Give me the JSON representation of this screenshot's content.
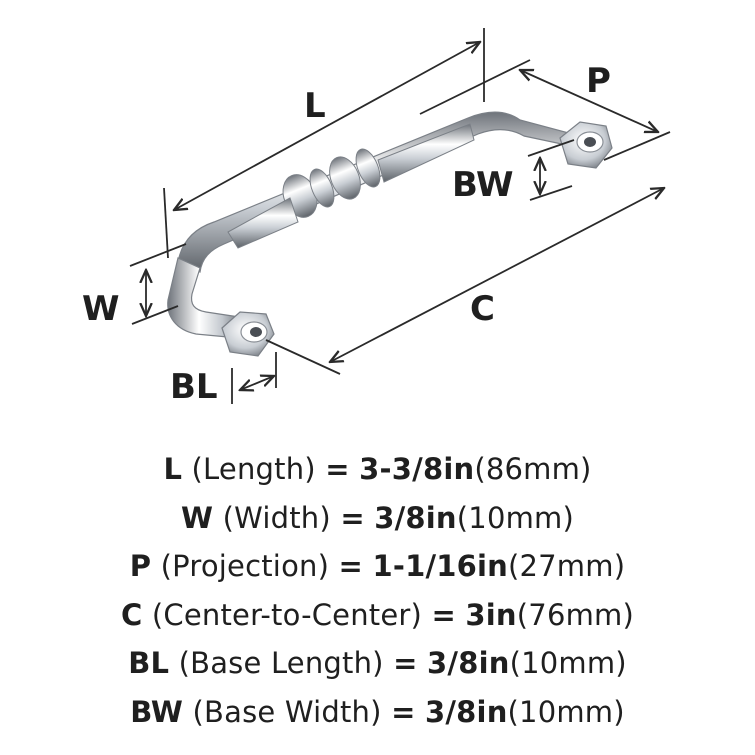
{
  "diagram": {
    "labels": {
      "L": "L",
      "P": "P",
      "BW": "BW",
      "W": "W",
      "C": "C",
      "BL": "BL"
    }
  },
  "specs": [
    {
      "code": "L",
      "name": "(Length)",
      "eq": "=",
      "value": "3-3/8in",
      "metric": "(86mm)"
    },
    {
      "code": "W",
      "name": "(Width)",
      "eq": "=",
      "value": "3/8in",
      "metric": "(10mm)"
    },
    {
      "code": "P",
      "name": "(Projection)",
      "eq": "=",
      "value": "1-1/16in",
      "metric": "(27mm)"
    },
    {
      "code": "C",
      "name": "(Center-to-Center)",
      "eq": "=",
      "value": "3in",
      "metric": "(76mm)"
    },
    {
      "code": "BL",
      "name": "(Base Length)",
      "eq": "=",
      "value": "3/8in",
      "metric": "(10mm)"
    },
    {
      "code": "BW",
      "name": "(Base Width)",
      "eq": "=",
      "value": "3/8in",
      "metric": "(10mm)"
    }
  ],
  "colors": {
    "text": "#1f1f1f",
    "line": "#2a2a2a",
    "chrome_dark": "#8a8f96",
    "chrome_light": "#f4f6f8"
  }
}
